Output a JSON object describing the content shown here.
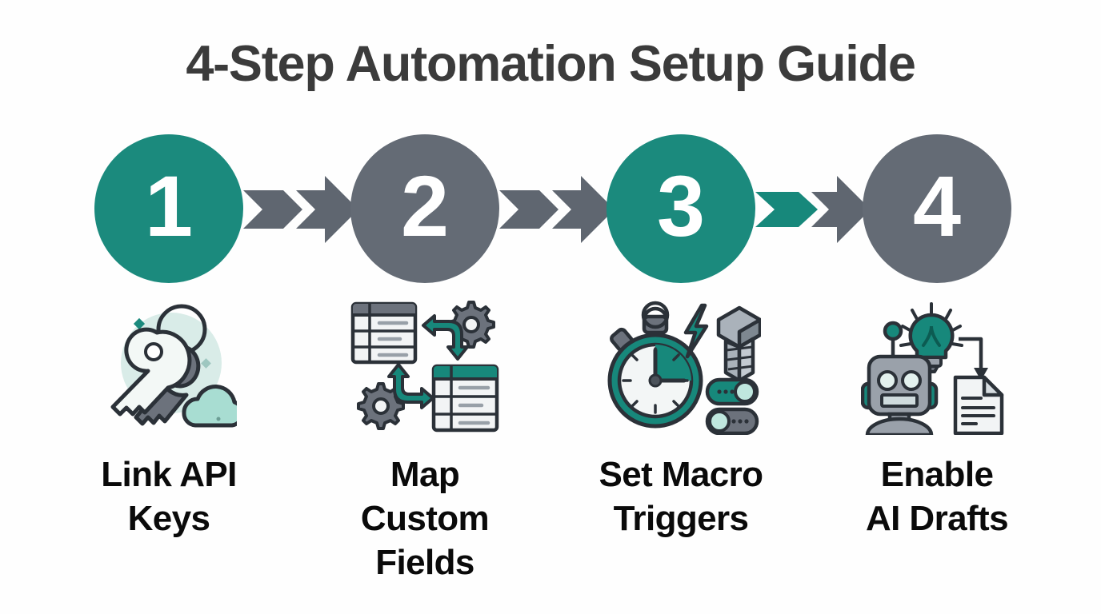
{
  "title": "4-Step Automation Setup Guide",
  "background_color": "#fefefe",
  "palette": {
    "teal": "#1b8a7d",
    "teal_dark": "#0f7a6e",
    "gray": "#646b75",
    "gray_arrow": "#5f6670",
    "title_color": "#3b3b3b",
    "label_color": "#0a0a0a",
    "icon_outline": "#2b3138",
    "icon_mint": "#a8ddd2",
    "icon_mint_pale": "#d9ece8",
    "icon_gray_light": "#9aa1aa",
    "icon_gray_mid": "#70757d",
    "icon_paper": "#f2f4f5"
  },
  "steps": [
    {
      "number": "1",
      "circle_color": "#1b8a7d",
      "icon_name": "api-keys-icon",
      "label_lines": [
        "Link API",
        "Keys"
      ],
      "label_text": "Link API Keys"
    },
    {
      "number": "2",
      "circle_color": "#646b75",
      "icon_name": "field-mapping-tables-gears-icon",
      "label_lines": [
        "Map",
        "Custom",
        "Fields"
      ],
      "label_text": "Map Custom Fields"
    },
    {
      "number": "3",
      "circle_color": "#1b8a7d",
      "icon_name": "stopwatch-trigger-icon",
      "label_lines": [
        "Set Macro",
        "Triggers"
      ],
      "label_text": "Set Macro Triggers"
    },
    {
      "number": "4",
      "circle_color": "#646b75",
      "icon_name": "ai-robot-draft-icon",
      "label_lines": [
        "Enable",
        "AI Drafts"
      ],
      "label_text": "Enable AI Drafts"
    }
  ],
  "arrows": [
    {
      "name": "arrow-step-1-to-2",
      "chevron_color": "#5f6670",
      "head_color": "#5f6670"
    },
    {
      "name": "arrow-step-2-to-3",
      "chevron_color": "#5f6670",
      "head_color": "#5f6670"
    },
    {
      "name": "arrow-step-3-to-4",
      "chevron_color": "#17887b",
      "head_color": "#5f6670"
    }
  ]
}
